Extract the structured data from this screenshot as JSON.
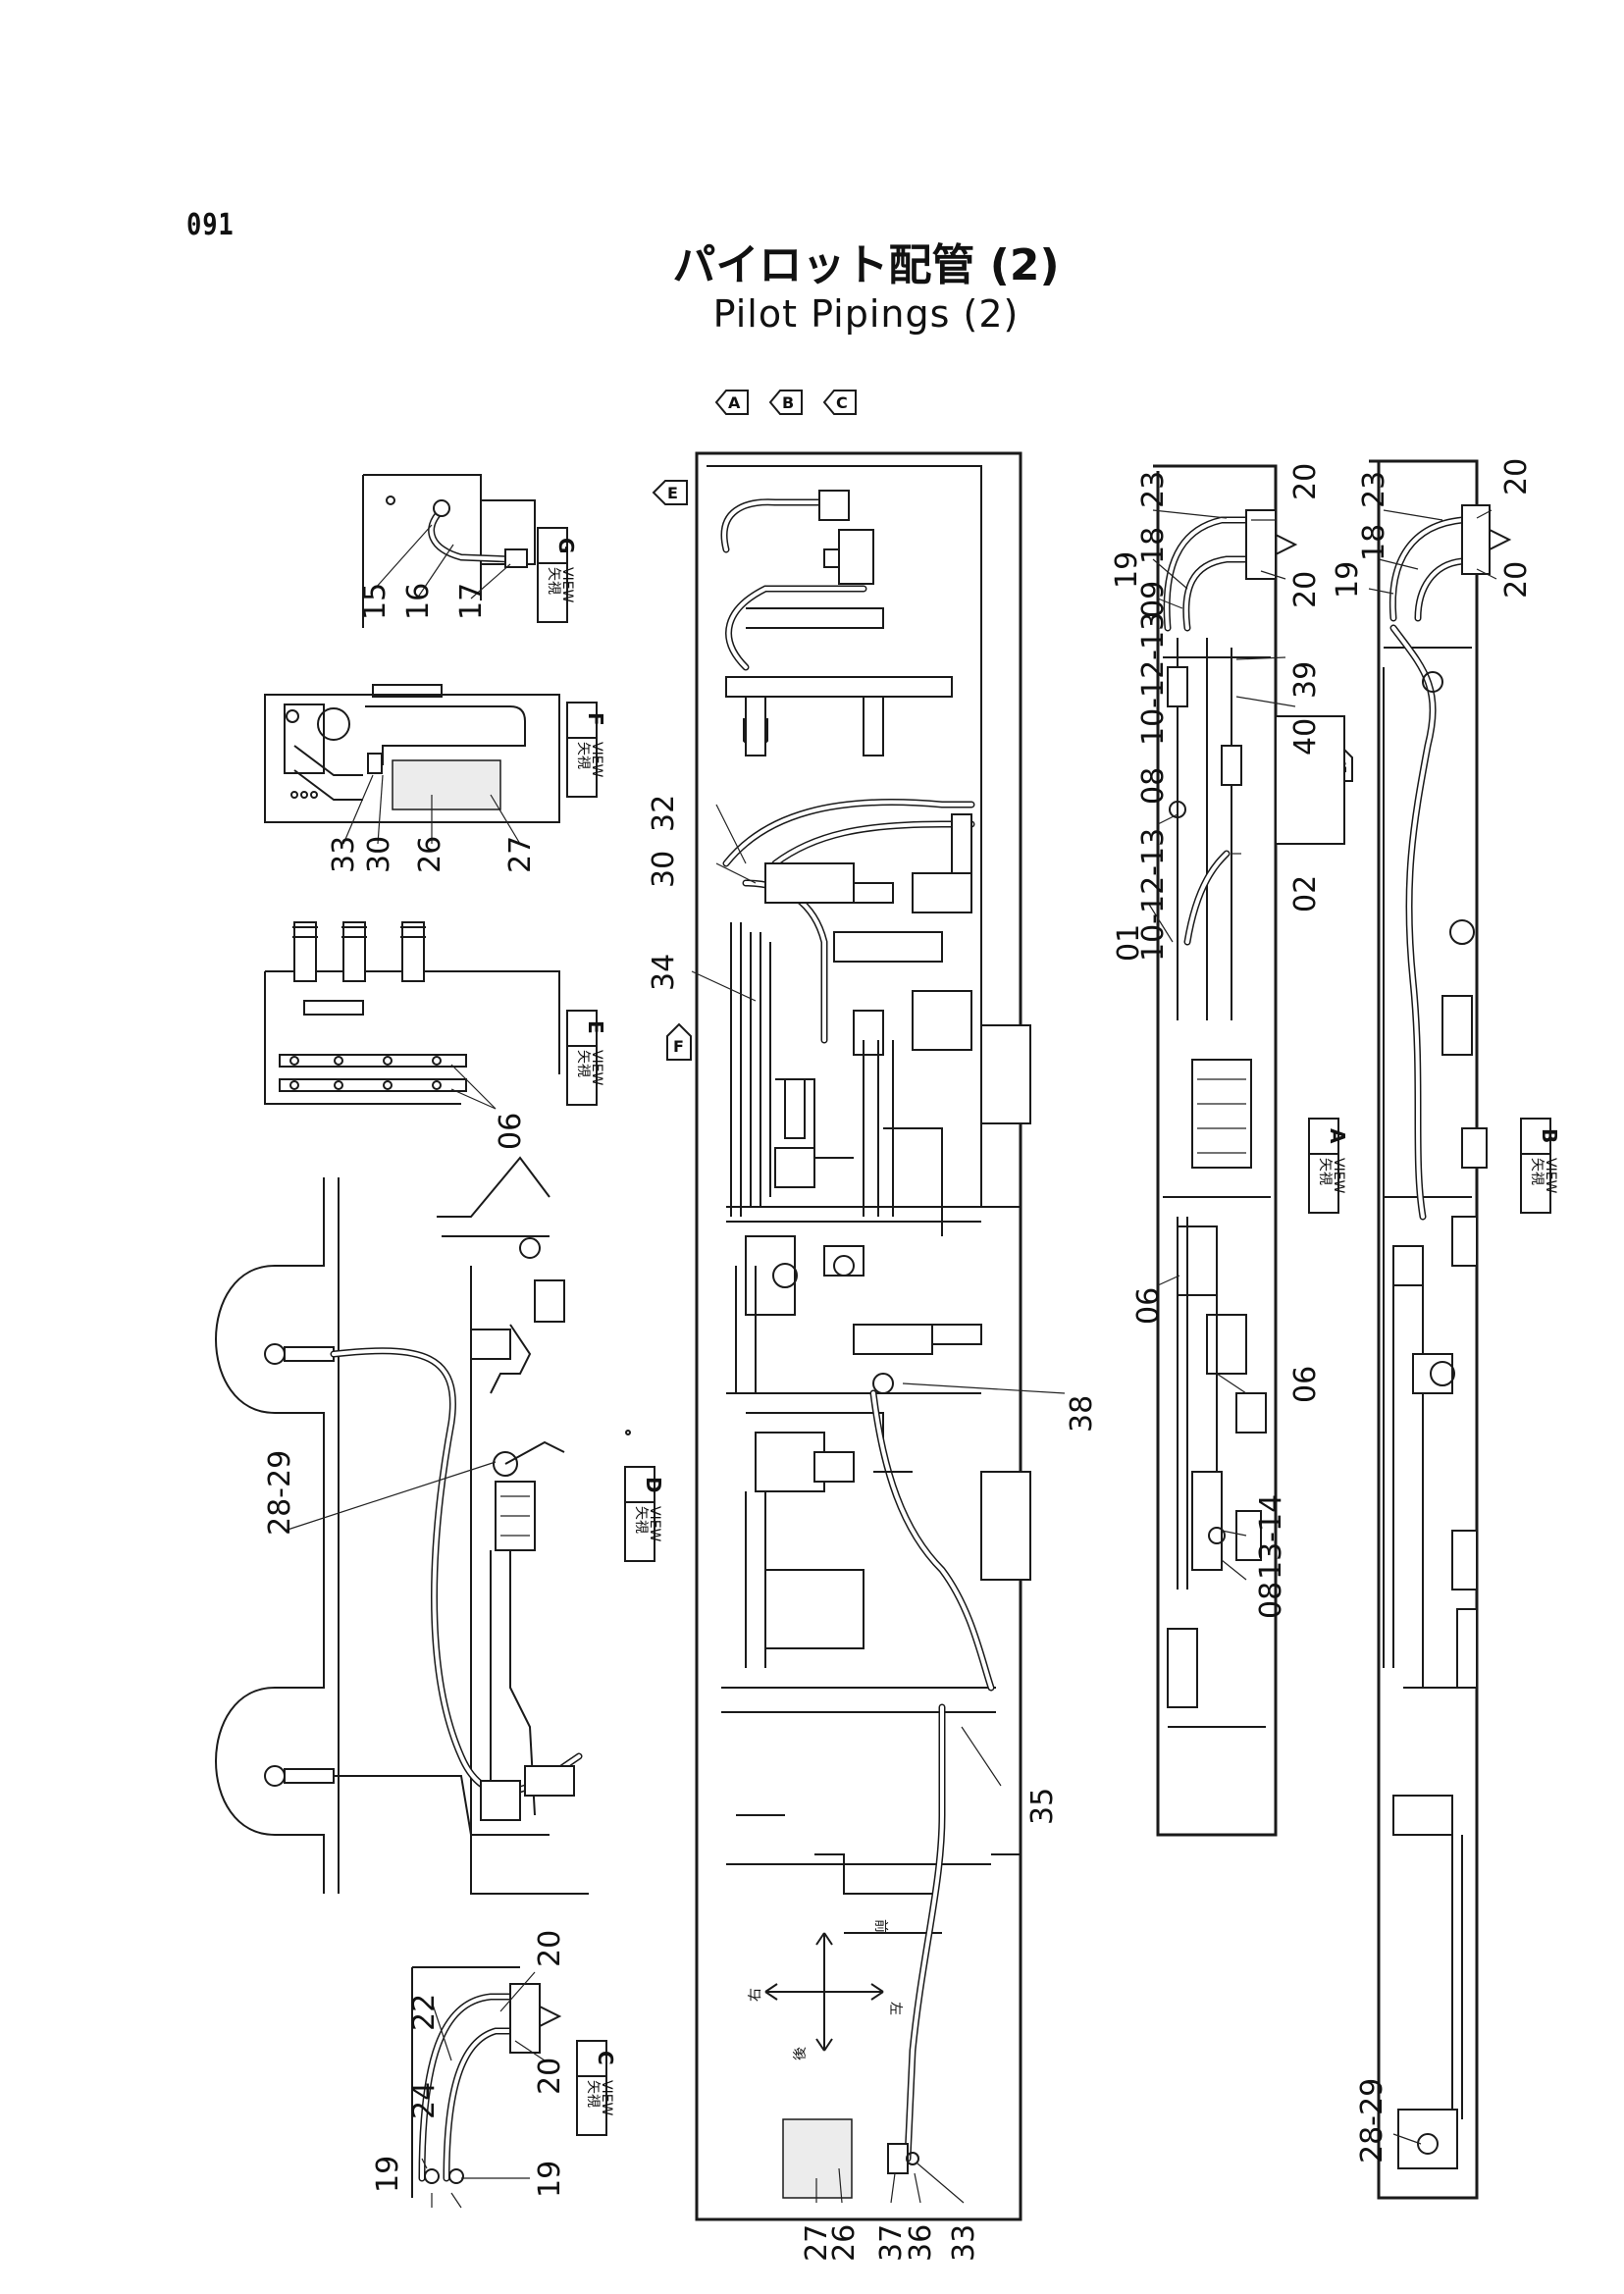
{
  "page_number": "091",
  "title_jp": "パイロット配管 (2)",
  "title_en": "Pilot Pipings (2)",
  "view_arrows": [
    "A",
    "B",
    "C",
    "D",
    "E",
    "F",
    "G"
  ],
  "view_label_jp": "矢視",
  "view_label_en": "VIEW",
  "views": [
    {
      "letter": "G",
      "callouts": [
        "15",
        "16",
        "17"
      ]
    },
    {
      "letter": "F",
      "callouts": [
        "33",
        "30",
        "26",
        "27"
      ]
    },
    {
      "letter": "E",
      "callouts": [
        "06"
      ]
    },
    {
      "letter": "D",
      "callouts": [
        "28-29"
      ]
    },
    {
      "letter": "C",
      "callouts": [
        "19",
        "24",
        "22",
        "20",
        "20",
        "19"
      ]
    },
    {
      "letter": "A",
      "callouts": [
        "23",
        "18",
        "19",
        "09",
        "20",
        "20",
        "10-12-13",
        "39",
        "40",
        "08",
        "10-12-13",
        "01",
        "02",
        "06",
        "06",
        "13-14",
        "08"
      ]
    },
    {
      "letter": "B",
      "callouts": [
        "23",
        "18",
        "19",
        "20",
        "20",
        "28-29"
      ]
    }
  ],
  "main_callouts": [
    "32",
    "30",
    "34",
    "38",
    "35",
    "27",
    "26",
    "37",
    "36",
    "33"
  ],
  "directions": {
    "front": "前",
    "rear": "後",
    "left": "左",
    "right": "右"
  }
}
